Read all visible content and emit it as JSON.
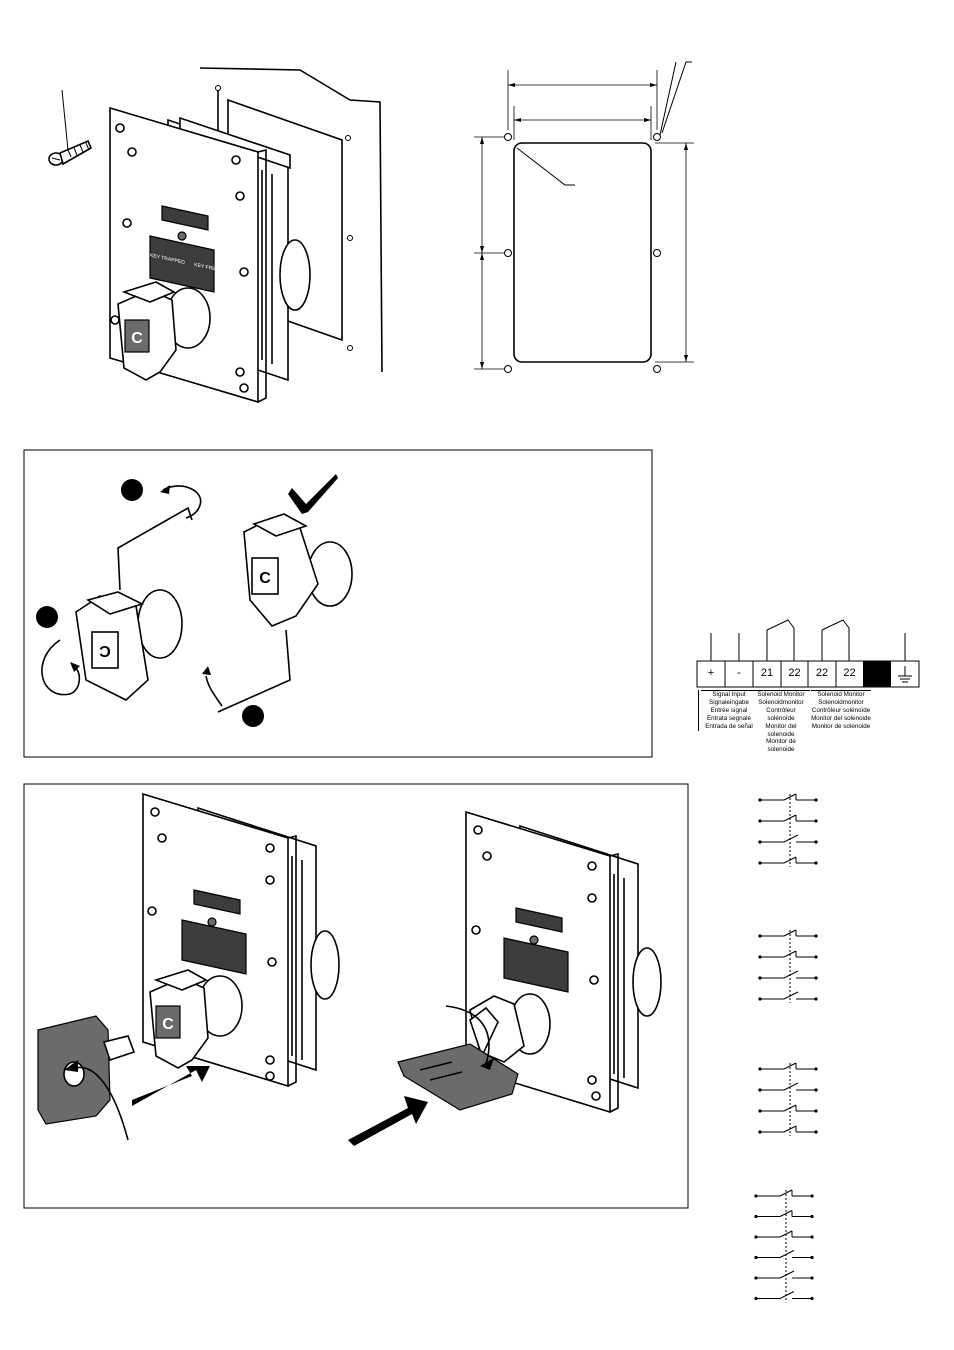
{
  "face_letter": "C",
  "plate_labels": {
    "signal_when": "",
    "key_trapped": "KEY TRAPPED",
    "key_free": "KEY FREE"
  },
  "terminal_block": {
    "terminals": [
      "+",
      "-",
      "21",
      "22",
      "22",
      "22"
    ],
    "groups": [
      {
        "label": "signal-input",
        "captions": [
          "Signal Input",
          "Signaleingabe",
          "Entrée signal",
          "Entrata segnale",
          "Entrada de señal"
        ]
      },
      {
        "label": "solenoid-monitor-1",
        "captions": [
          "Solenoid Monitor",
          "Solenoidmonitor",
          "Contrôleur solénoïde",
          "Monitor del solenoide",
          "Monitor de solenoide"
        ]
      },
      {
        "label": "solenoid-monitor-2",
        "captions": [
          "Solenoid Monitor",
          "Solenoidmonitor",
          "Contrôleur solénoïde",
          "Monitor del solenoide",
          "Monitor de solenoide"
        ]
      }
    ]
  },
  "steps": {
    "step1": "",
    "step2": "",
    "step3": ""
  }
}
